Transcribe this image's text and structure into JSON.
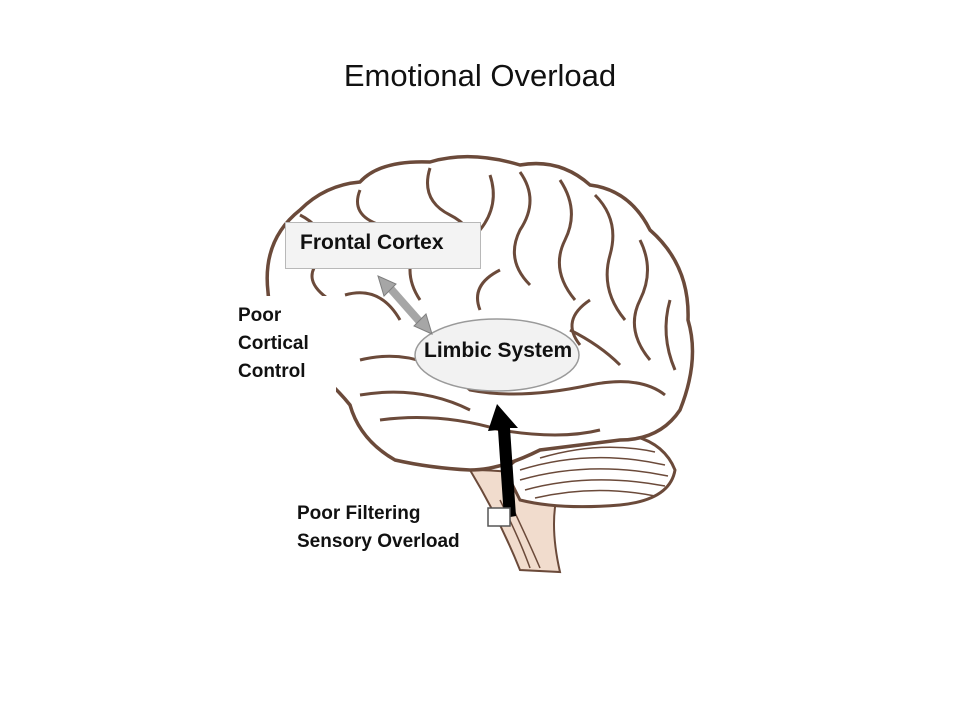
{
  "title": "Emotional Overload",
  "frontal_cortex": {
    "label": "Frontal Cortex"
  },
  "limbic_system": {
    "label": "Limbic System"
  },
  "poor_cortical_control": {
    "lines": [
      "Poor",
      "Cortical",
      "Control"
    ]
  },
  "poor_filtering": {
    "lines": [
      "Poor Filtering",
      "Sensory Overload"
    ]
  },
  "colors": {
    "brain_outline": "#6b4a3a",
    "brainstem_fill": "#f1dccd",
    "double_arrow": "#a6a6a6",
    "up_arrow": "#000000"
  },
  "icons": [
    "brain-illustration",
    "double-arrow",
    "up-arrow"
  ]
}
